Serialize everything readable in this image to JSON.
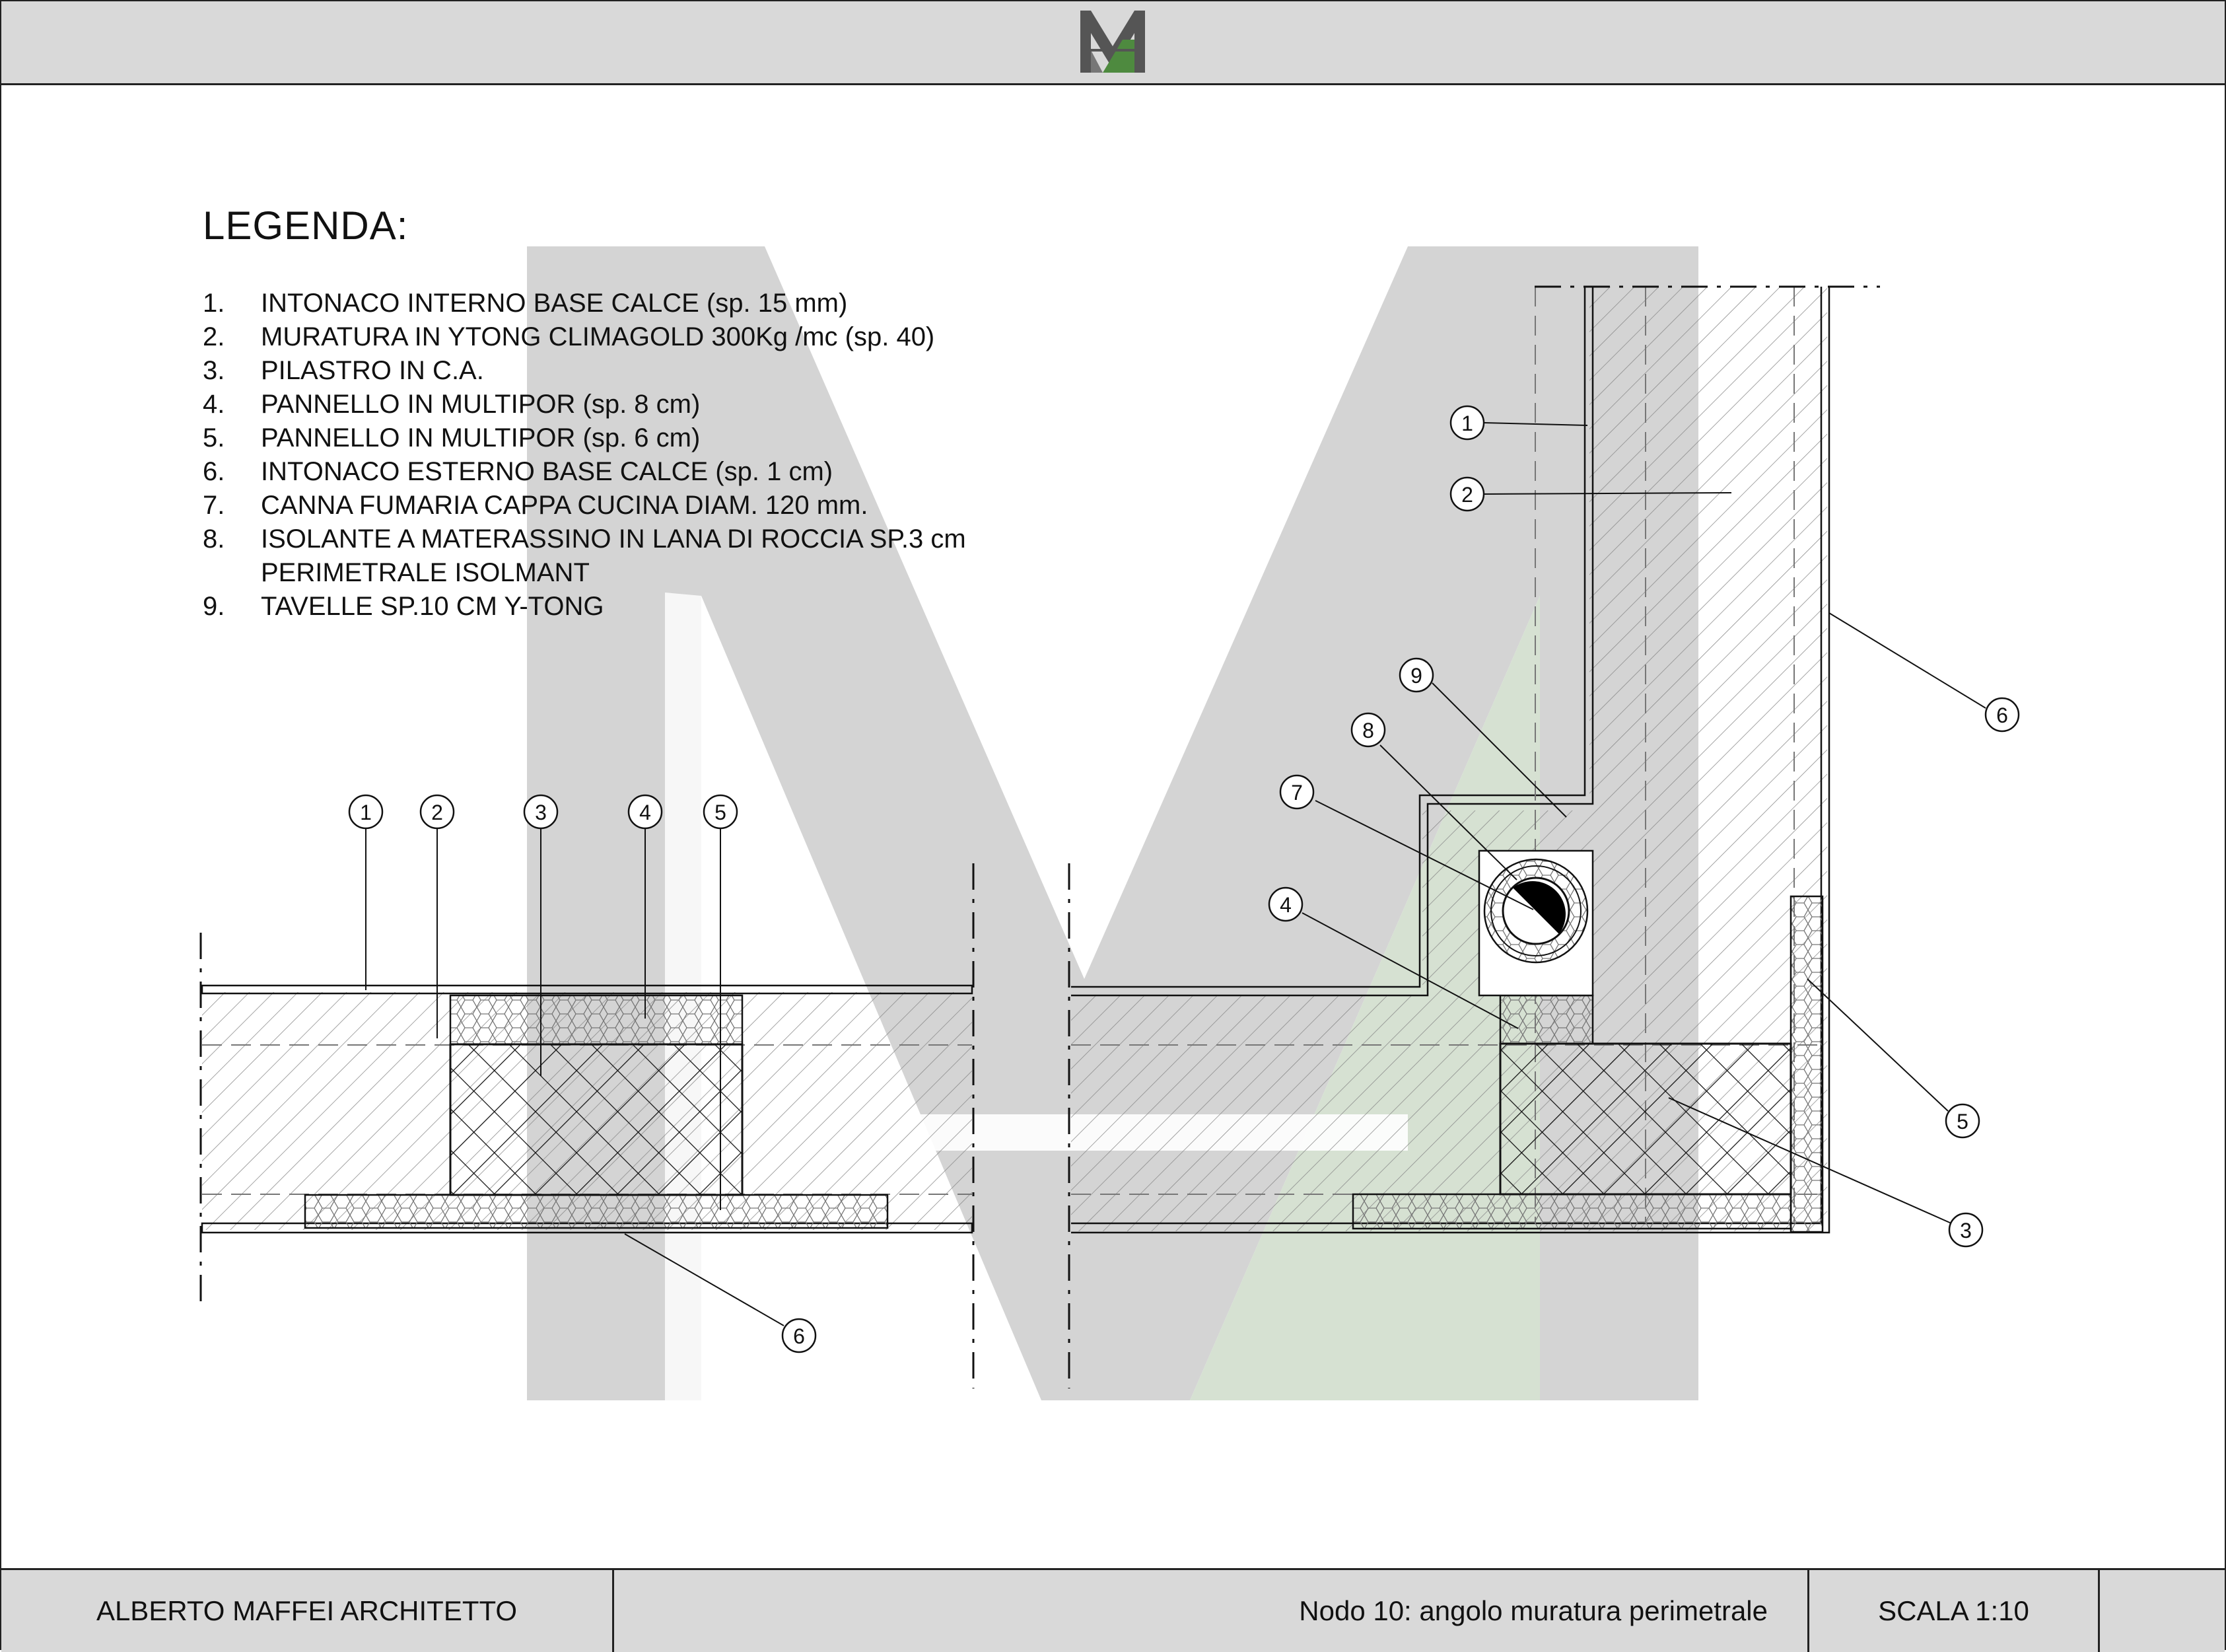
{
  "legend": {
    "title": "LEGENDA:",
    "items": [
      {
        "num": "1.",
        "text": "INTONACO INTERNO BASE CALCE (sp. 15 mm)"
      },
      {
        "num": "2.",
        "text": "MURATURA IN YTONG CLIMAGOLD 300Kg /mc (sp. 40)"
      },
      {
        "num": "3.",
        "text": "PILASTRO IN C.A."
      },
      {
        "num": "4.",
        "text": "PANNELLO IN MULTIPOR (sp. 8 cm)"
      },
      {
        "num": "5.",
        "text": "PANNELLO IN MULTIPOR (sp. 6 cm)"
      },
      {
        "num": "6.",
        "text": "INTONACO ESTERNO BASE CALCE (sp. 1 cm)"
      },
      {
        "num": "7.",
        "text": "CANNA FUMARIA CAPPA CUCINA DIAM. 120 mm."
      },
      {
        "num": "8.",
        "text": "ISOLANTE A MATERASSINO IN LANA DI ROCCIA SP.3 cm"
      },
      {
        "num": "",
        "text": "PERIMETRALE ISOLMANT"
      },
      {
        "num": "9.",
        "text": "TAVELLE SP.10 CM Y-TONG"
      }
    ]
  },
  "callouts": {
    "left": [
      "1",
      "2",
      "3",
      "4",
      "5",
      "6"
    ],
    "right": [
      "1",
      "2",
      "9",
      "8",
      "7",
      "4",
      "6",
      "5",
      "3"
    ]
  },
  "footer": {
    "author": "ALBERTO MAFFEI ARCHITETTO",
    "title": "Nodo 10: angolo muratura perimetrale",
    "scale": "SCALA 1:10"
  },
  "colors": {
    "header_bg": "#d9d9d9",
    "watermark_grey": "#d4d4d4",
    "watermark_green": "#d6e1d2",
    "logo_green": "#4e8a3f",
    "line": "#1a1a1a"
  }
}
